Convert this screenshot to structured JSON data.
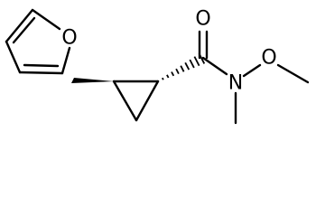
{
  "molecule": {
    "atoms": {
      "furan_oxygen": "O",
      "carbonyl_oxygen": "O",
      "amide_nitrogen": "N",
      "methoxy_oxygen": "O"
    }
  },
  "colors": {
    "bond": "#000000",
    "background": "#ffffff"
  }
}
